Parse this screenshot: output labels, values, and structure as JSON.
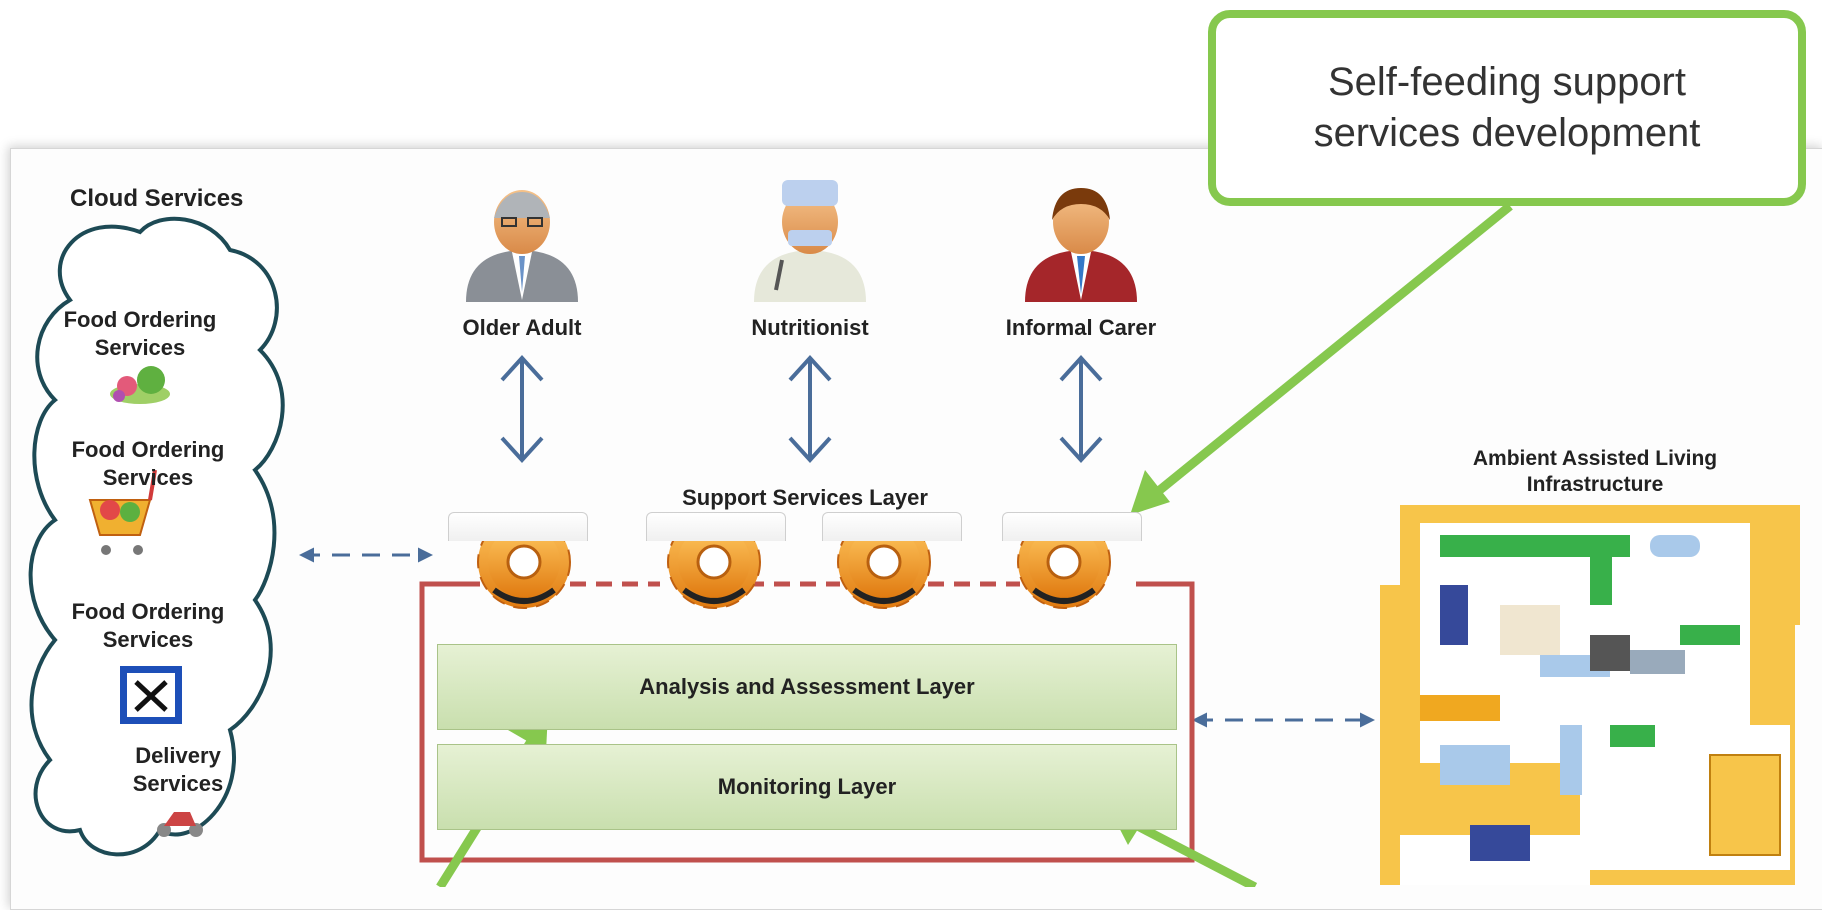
{
  "callout": {
    "text_line1": "Self-feeding support",
    "text_line2": "services development"
  },
  "cloud": {
    "title": "Cloud Services",
    "item1": "Food Ordering Services",
    "item2": "Food Ordering Services",
    "item3": "Food Ordering Services",
    "item4": "Delivery Services"
  },
  "actors": [
    {
      "label": "Older Adult"
    },
    {
      "label": "Nutritionist"
    },
    {
      "label": "Informal Carer"
    }
  ],
  "layers": {
    "support": "Support Services Layer",
    "analysis": "Analysis and Assessment Layer",
    "monitoring": "Monitoring Layer"
  },
  "aal": {
    "title_line1": "Ambient Assisted Living",
    "title_line2": "Infrastructure"
  },
  "colors": {
    "callout_border": "#86c84e",
    "arrow_green": "#86c84e",
    "layer_fill": "#d6e8c0",
    "frame_red": "#c0504d",
    "arrow_blue": "#4a6d9a",
    "cloud_stroke": "#1d4a55"
  },
  "icons": [
    "gear-icon",
    "person-icon",
    "food-basket-icon",
    "cart-icon",
    "cutlery-icon",
    "scooter-icon",
    "floor-plan-icon"
  ]
}
